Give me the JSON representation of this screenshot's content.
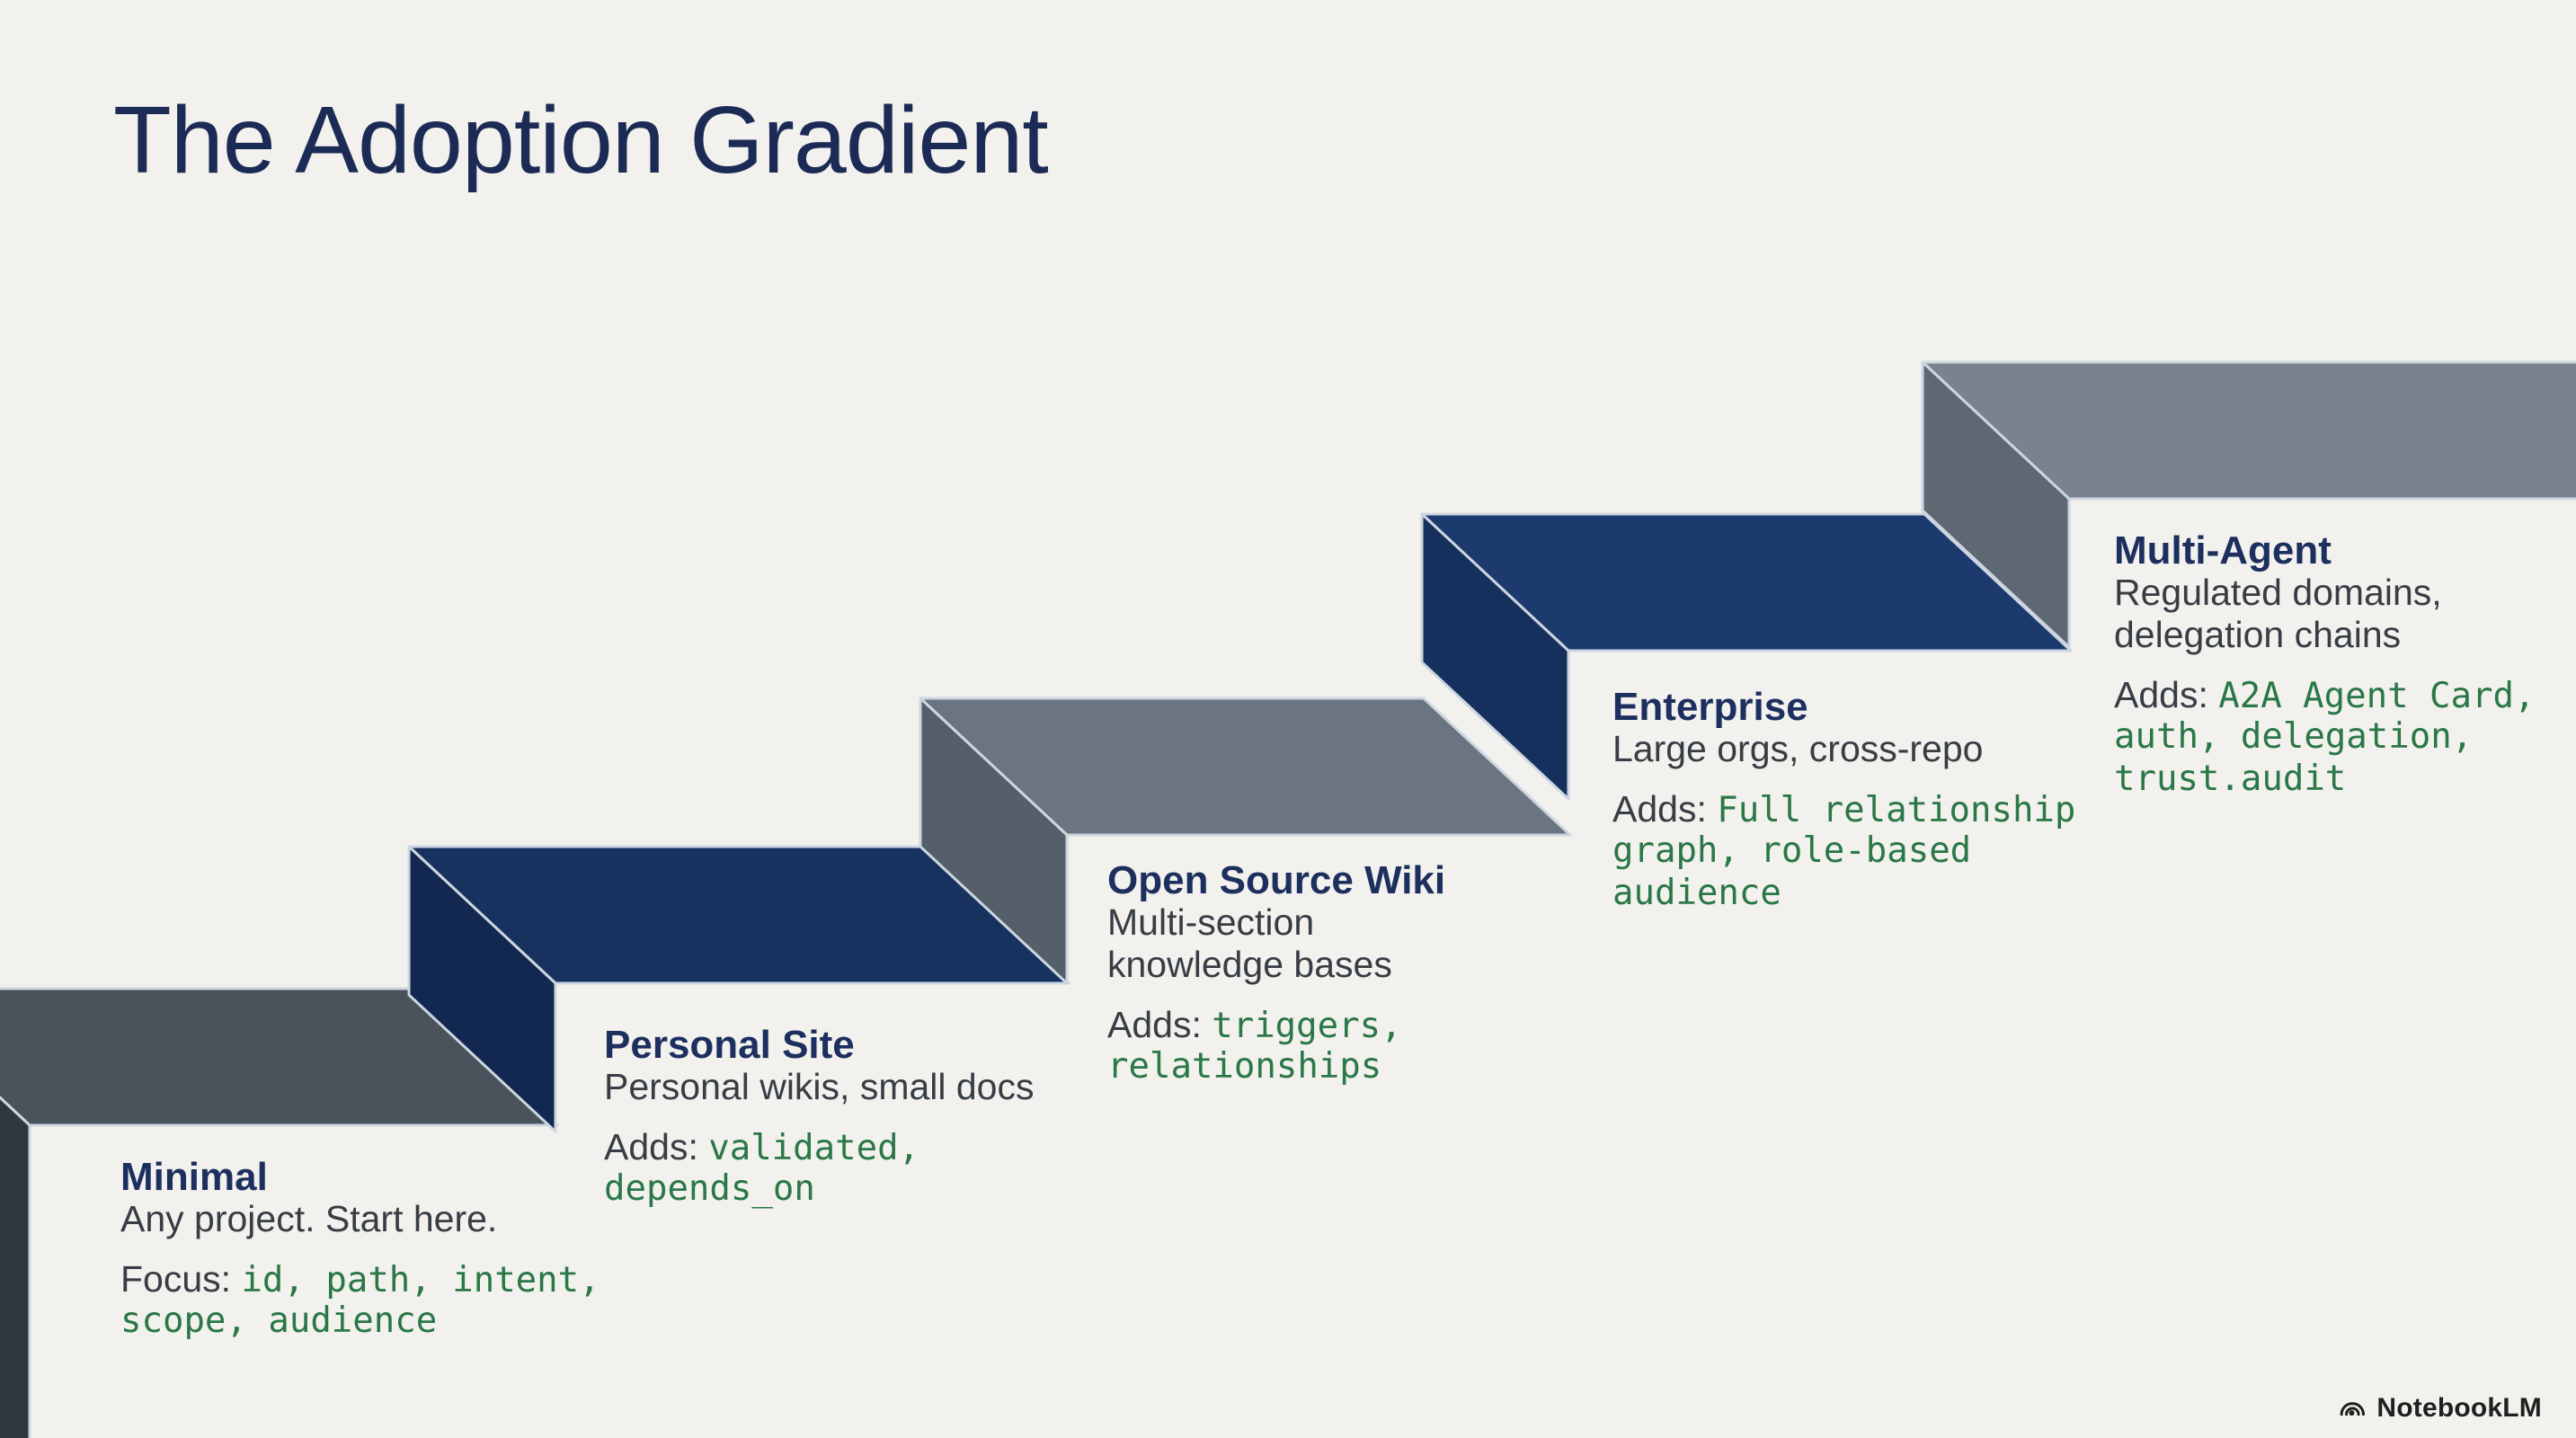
{
  "page": {
    "title": "The Adoption Gradient",
    "background_color": "#f2f1ed",
    "title_color": "#1b2b55"
  },
  "staircase": {
    "outline_color": "#cdd6e0",
    "step_title_color": "#1c2f5e",
    "body_text_color": "#373d45",
    "code_text_color": "#2a7747",
    "steps": [
      {
        "name": "minimal",
        "tread_color": "#4a535c",
        "face_color": "#2e3840",
        "title": "Minimal",
        "desc_lines": [
          "Any project. Start here."
        ],
        "adds_label": "Focus:",
        "code_lines": [
          "id, path, intent,",
          "scope, audience"
        ]
      },
      {
        "name": "personal-site",
        "tread_color": "#18325f",
        "face_color": "#122850",
        "title": "Personal Site",
        "desc_lines": [
          "Personal wikis, small docs"
        ],
        "adds_label": "Adds:",
        "code_lines": [
          "validated,",
          "depends_on"
        ]
      },
      {
        "name": "open-source-wiki",
        "tread_color": "#6b7581",
        "face_color": "#545f6a",
        "title": "Open Source Wiki",
        "desc_lines": [
          "Multi-section",
          "knowledge bases"
        ],
        "adds_label": "Adds:",
        "code_lines": [
          "triggers,",
          "relationships"
        ]
      },
      {
        "name": "enterprise",
        "tread_color": "#1c3a6e",
        "face_color": "#16305d",
        "title": "Enterprise",
        "desc_lines": [
          "Large orgs, cross-repo"
        ],
        "adds_label": "Adds:",
        "code_lines": [
          "Full relationship",
          "graph, role-based",
          "audience"
        ]
      },
      {
        "name": "multi-agent",
        "tread_color": "#79838e",
        "face_color": "#5e6873",
        "title": "Multi-Agent",
        "desc_lines": [
          "Regulated domains,",
          "delegation chains"
        ],
        "adds_label": "Adds:",
        "code_lines": [
          "A2A Agent Card,",
          "auth, delegation,",
          "trust.audit"
        ]
      }
    ]
  },
  "branding": {
    "logo_text": "NotebookLM",
    "logo_icon": "notebooklm-waves-icon",
    "logo_color": "#1f1f1f"
  }
}
